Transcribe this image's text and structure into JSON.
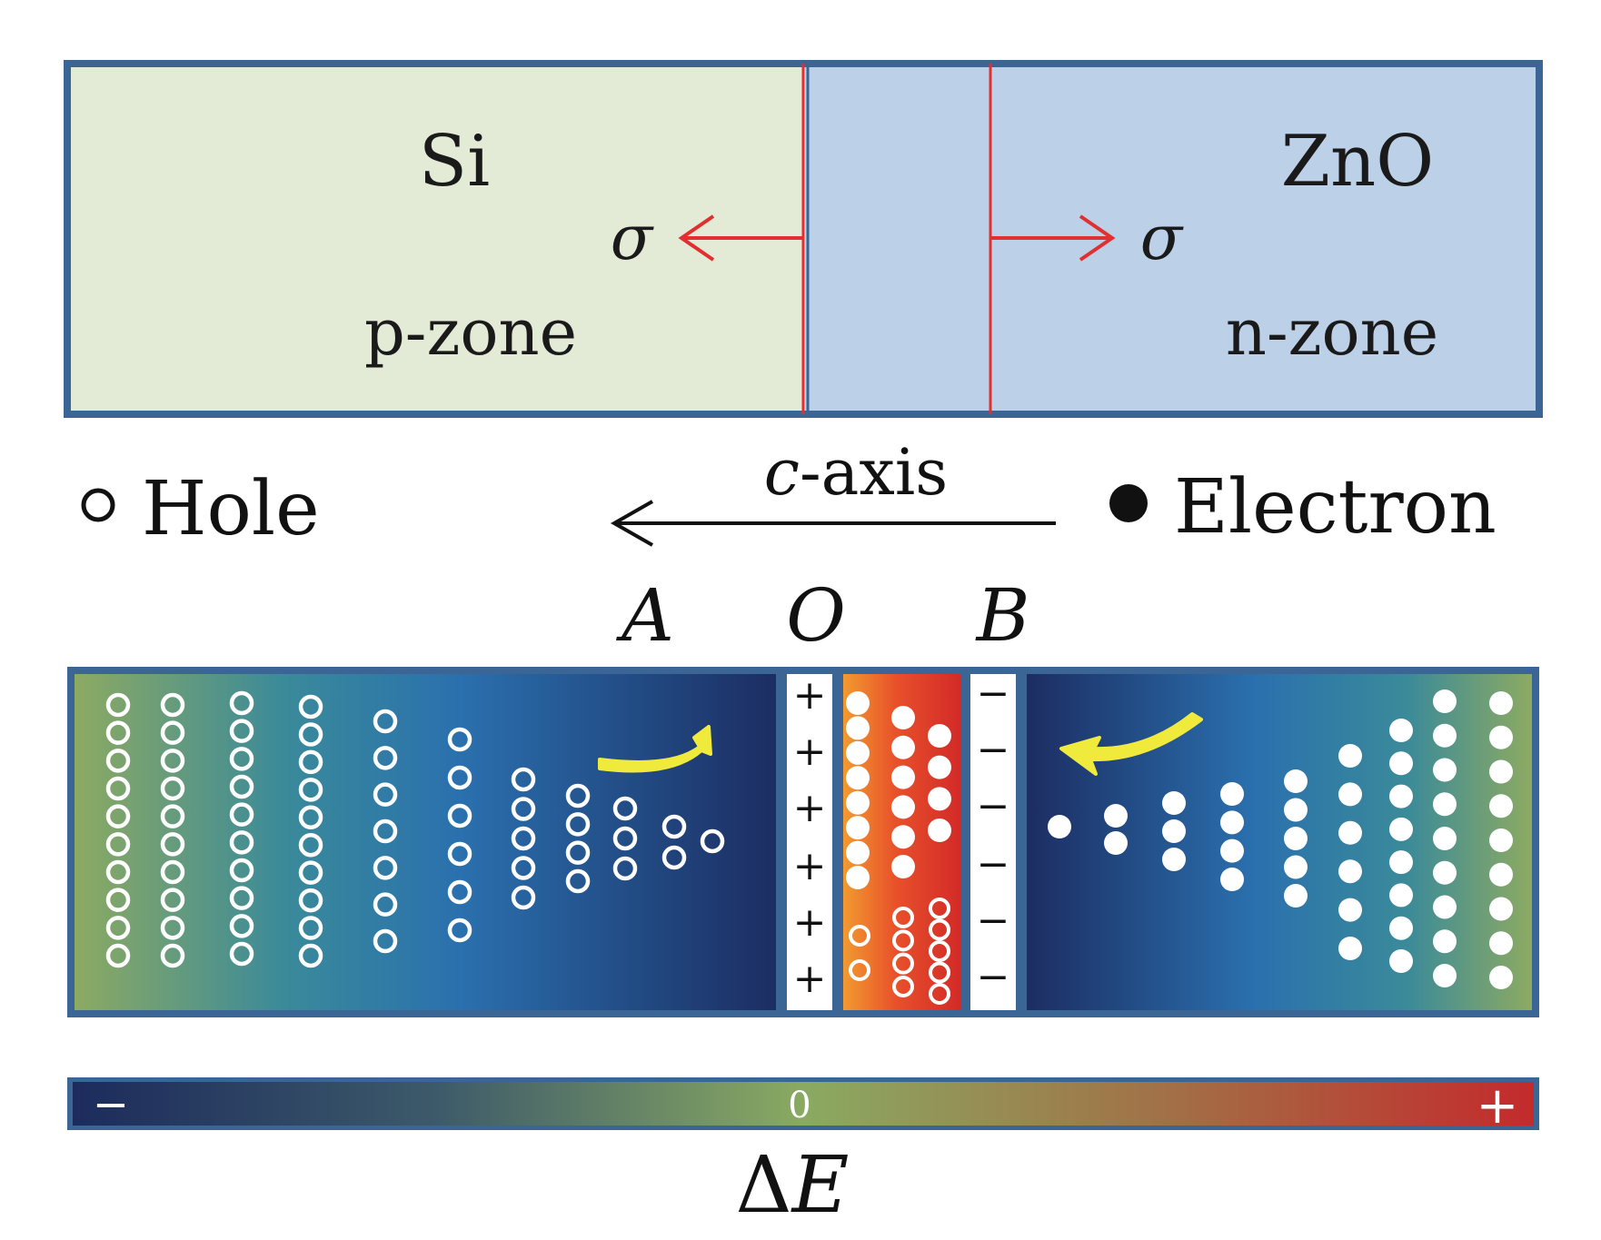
{
  "top_panel": {
    "left_material": "Si",
    "right_material": "ZnO",
    "left_zone": "p-zone",
    "right_zone": "n-zone",
    "sigma_symbol": "σ",
    "left_fill": "#e3ead6",
    "right_fill": "#bcd0e8",
    "border_color": "#3a6595",
    "interface_color": "#e03030"
  },
  "legend": {
    "hole_label": "Hole",
    "electron_label": "Electron",
    "axis_italic": "c",
    "axis_rest": "-axis"
  },
  "points": {
    "a": "A",
    "o": "O",
    "b": "B"
  },
  "bottom_panel": {
    "plus_sign": "+",
    "minus_sign": "−",
    "arrow_color": "#f0ea3c"
  },
  "colorbar": {
    "min_label": "−",
    "mid_label": "0",
    "max_label": "+",
    "title_delta": "Δ",
    "title_var": "E",
    "stops": [
      "#1c2b5c",
      "#3d5a6a",
      "#8aaa62",
      "#a27046",
      "#c42a2c"
    ]
  }
}
